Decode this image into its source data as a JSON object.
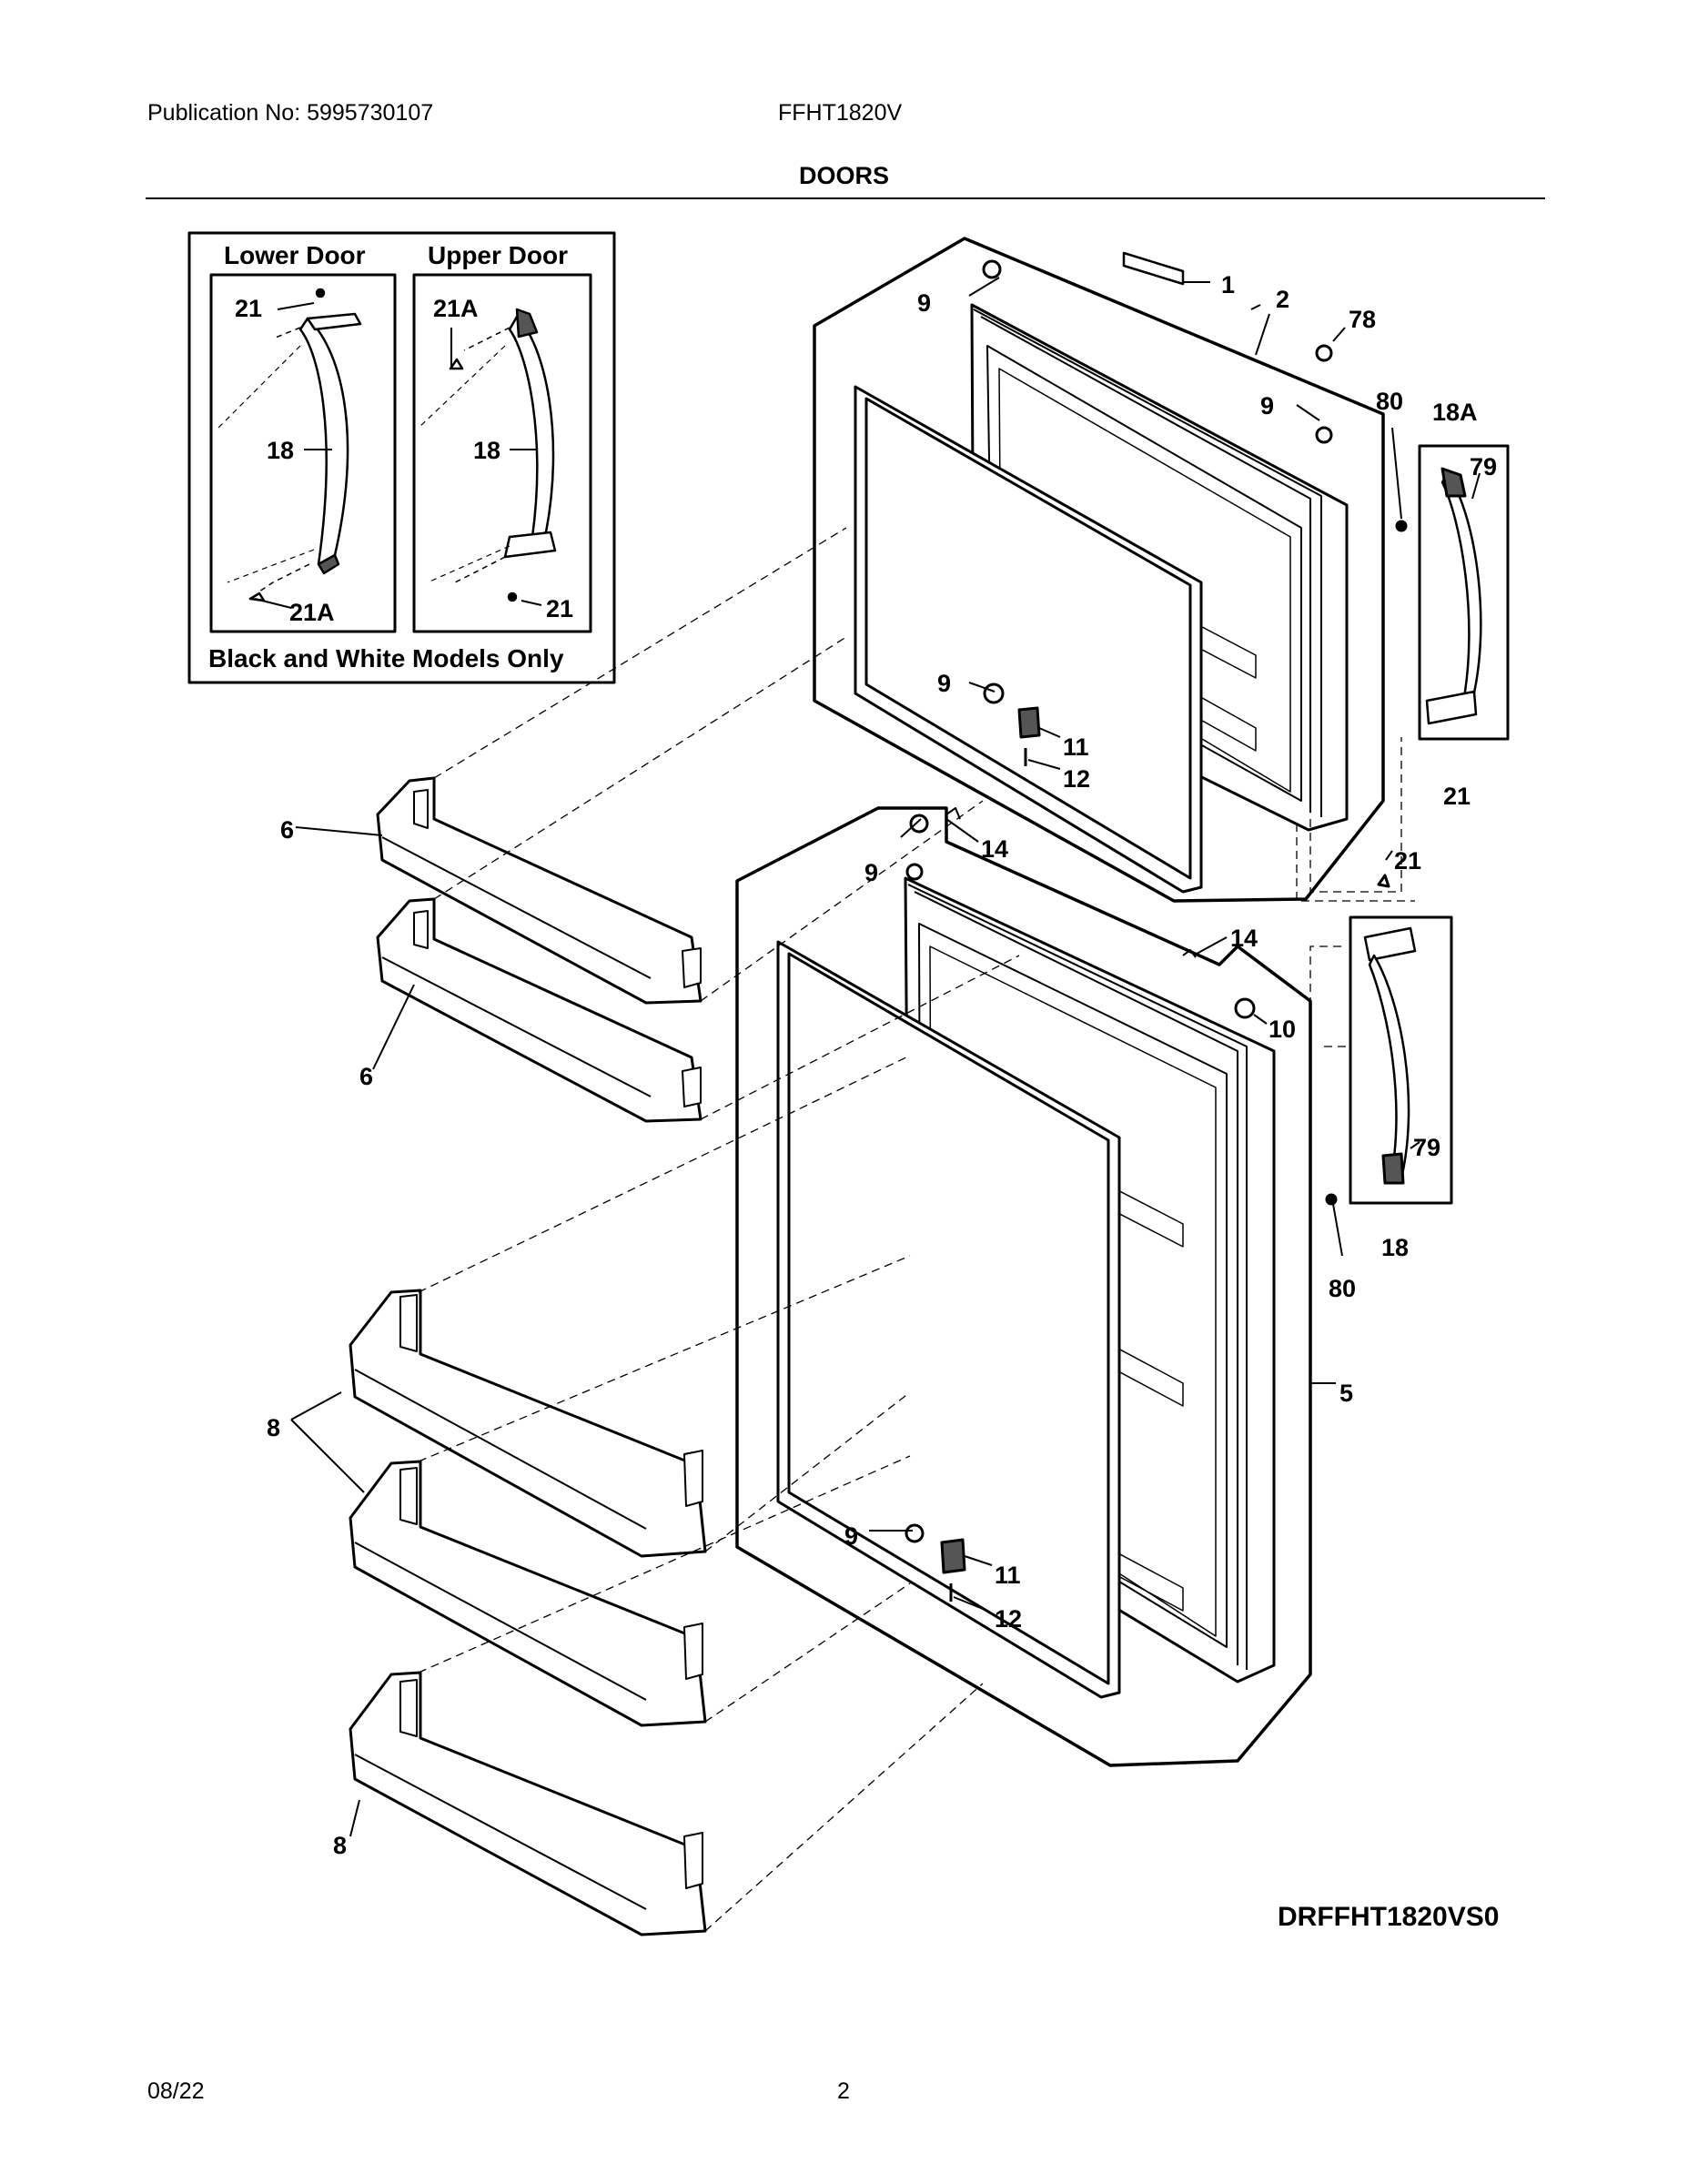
{
  "header": {
    "publication_no": "Publication No: 5995730107",
    "model": "FFHT1820V",
    "section_title": "DOORS"
  },
  "inset": {
    "lower_door_title": "Lower Door",
    "upper_door_title": "Upper Door",
    "caption": "Black and White Models Only",
    "lower_labels": [
      "21",
      "18",
      "21A"
    ],
    "upper_labels": [
      "21A",
      "18",
      "21"
    ]
  },
  "callouts": [
    "1",
    "2",
    "78",
    "9",
    "9",
    "80",
    "18A",
    "79",
    "21",
    "9",
    "11",
    "12",
    "9",
    "14",
    "21",
    "14",
    "10",
    "79",
    "18",
    "80",
    "5",
    "6",
    "6",
    "8",
    "8",
    "9",
    "11",
    "12"
  ],
  "drawing_code": "DRFFHT1820VS0",
  "footer": {
    "date": "08/22",
    "page": "2"
  }
}
